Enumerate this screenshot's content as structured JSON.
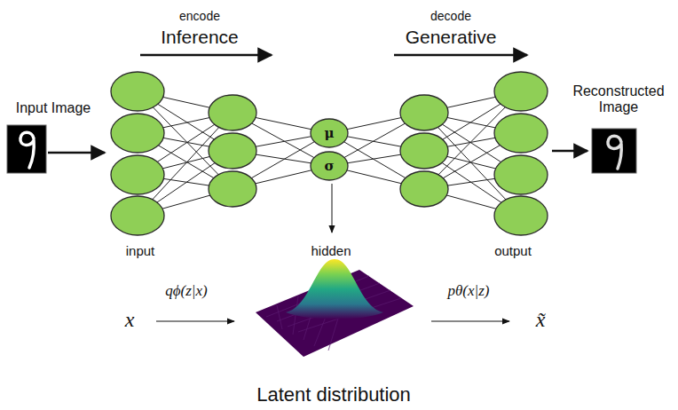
{
  "diagram": {
    "nodes": [
      {
        "text": [
          "μ"
        ]
      },
      {
        "text": [
          "σ"
        ]
      }
    ],
    "labels": [
      "encode",
      "Inference",
      "decode",
      "Generative",
      "Input Image",
      "Reconstructed Image",
      "input",
      "hidden",
      "output",
      "qϕ(z|x)",
      "pθ(x|z)",
      "x",
      "x̃",
      "Latent distribution"
    ]
  }
}
